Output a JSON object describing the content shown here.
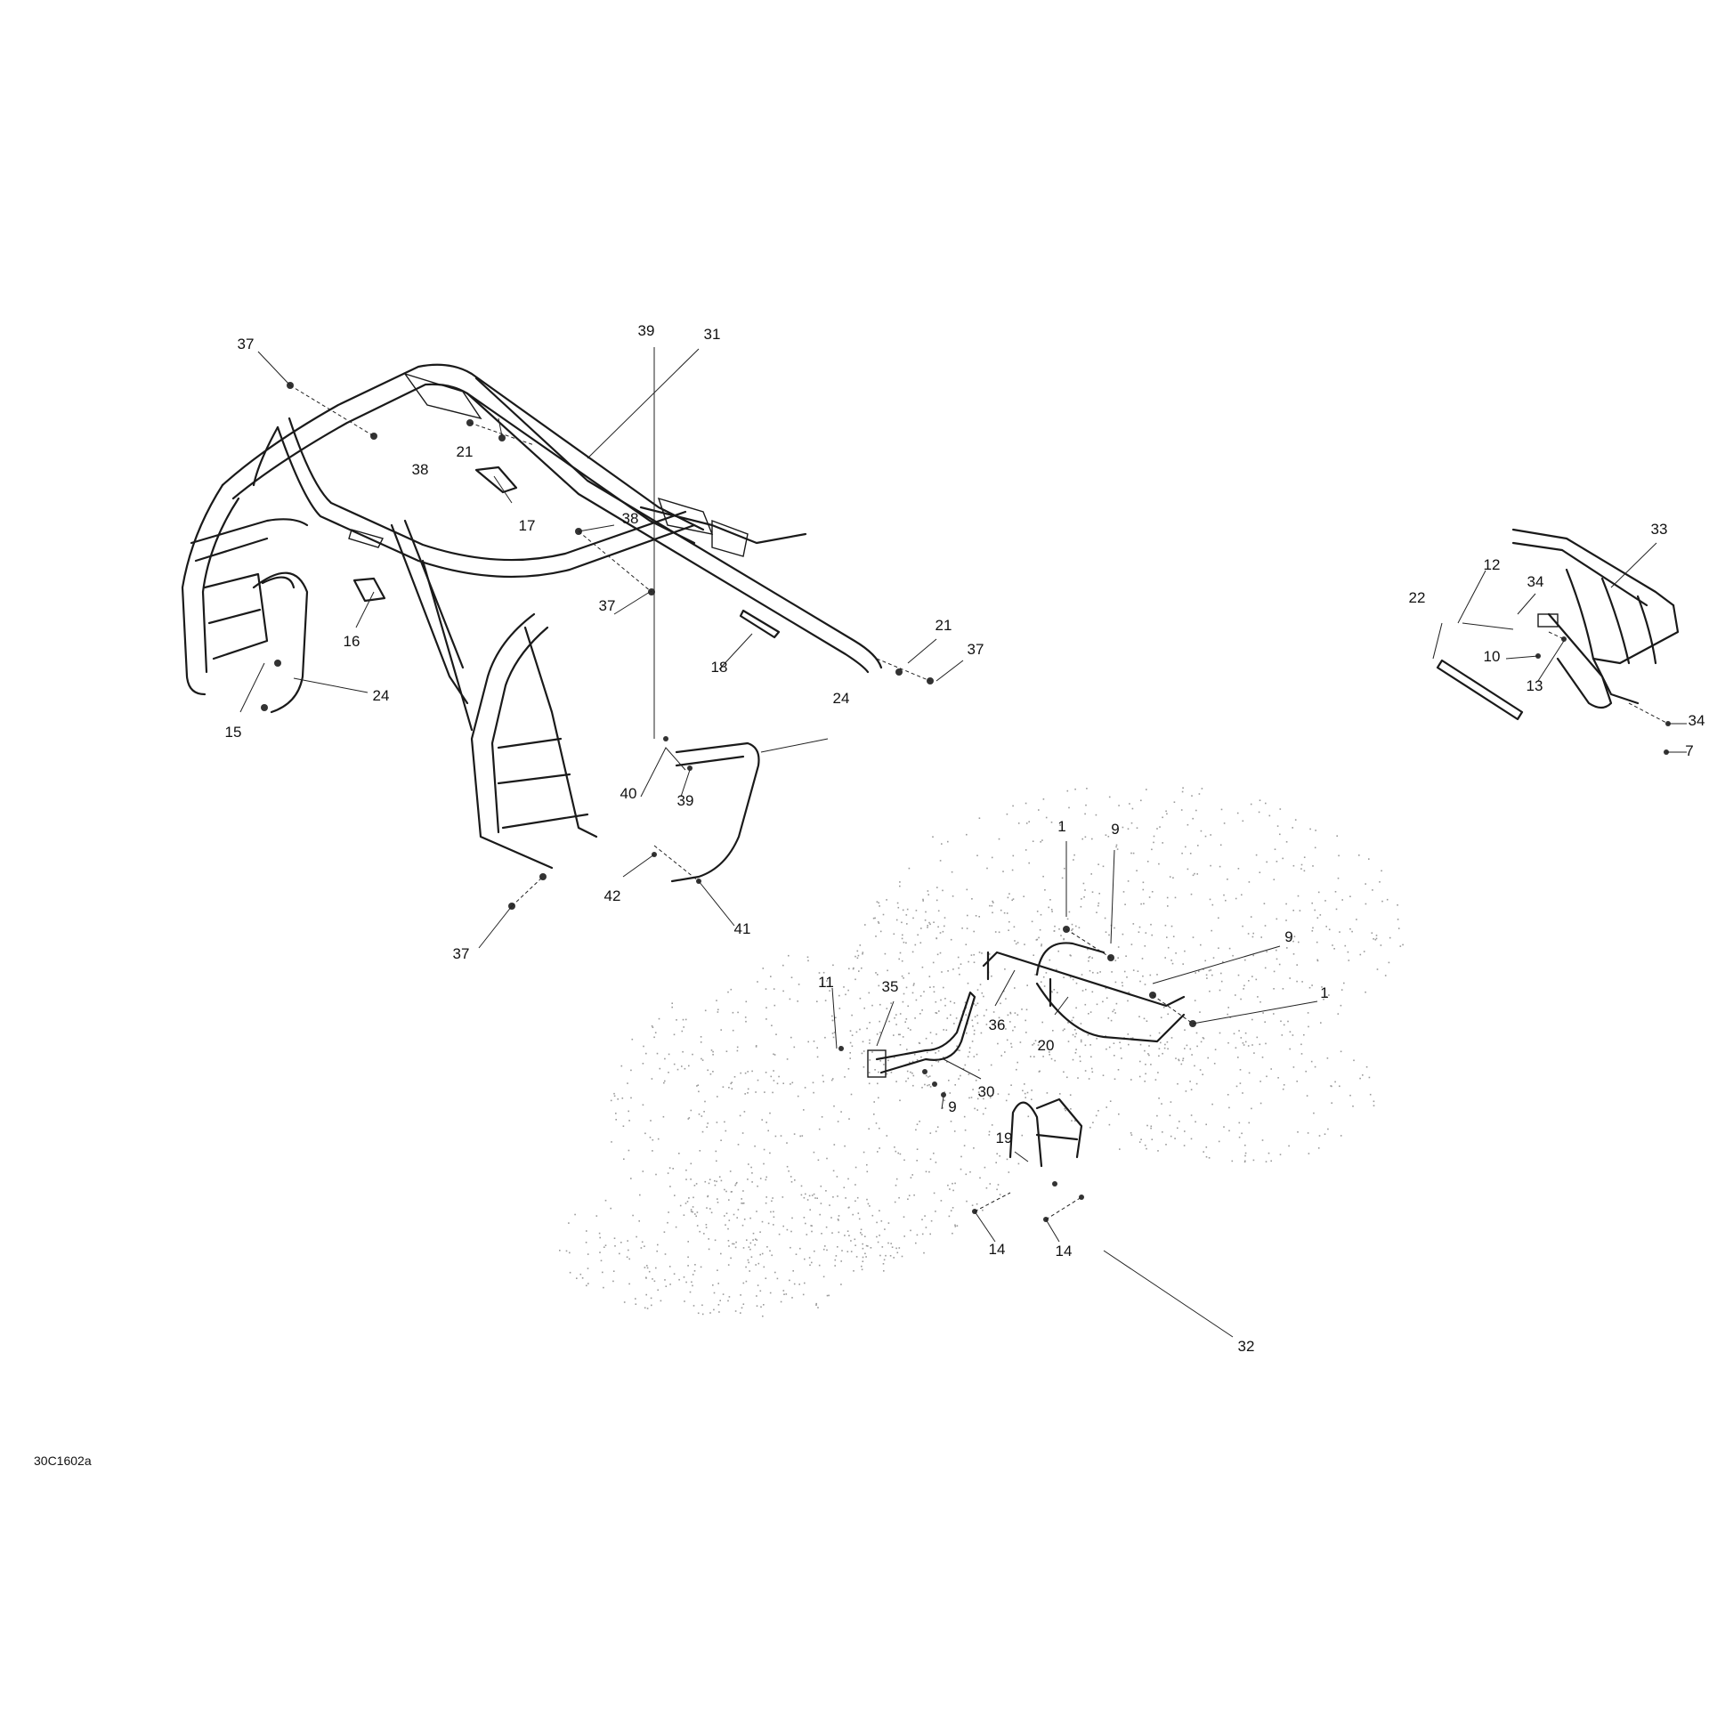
{
  "drawing_code": "30C1602a",
  "callouts": [
    "37",
    "31",
    "38",
    "21",
    "17",
    "38",
    "16",
    "24",
    "15",
    "37",
    "21",
    "37",
    "18",
    "39",
    "24",
    "40",
    "39",
    "42",
    "41",
    "37",
    "33",
    "12",
    "34",
    "22",
    "10",
    "13",
    "34",
    "7",
    "1",
    "9",
    "9",
    "1",
    "11",
    "35",
    "36",
    "20",
    "30",
    "9",
    "19",
    "14",
    "14",
    "32"
  ]
}
